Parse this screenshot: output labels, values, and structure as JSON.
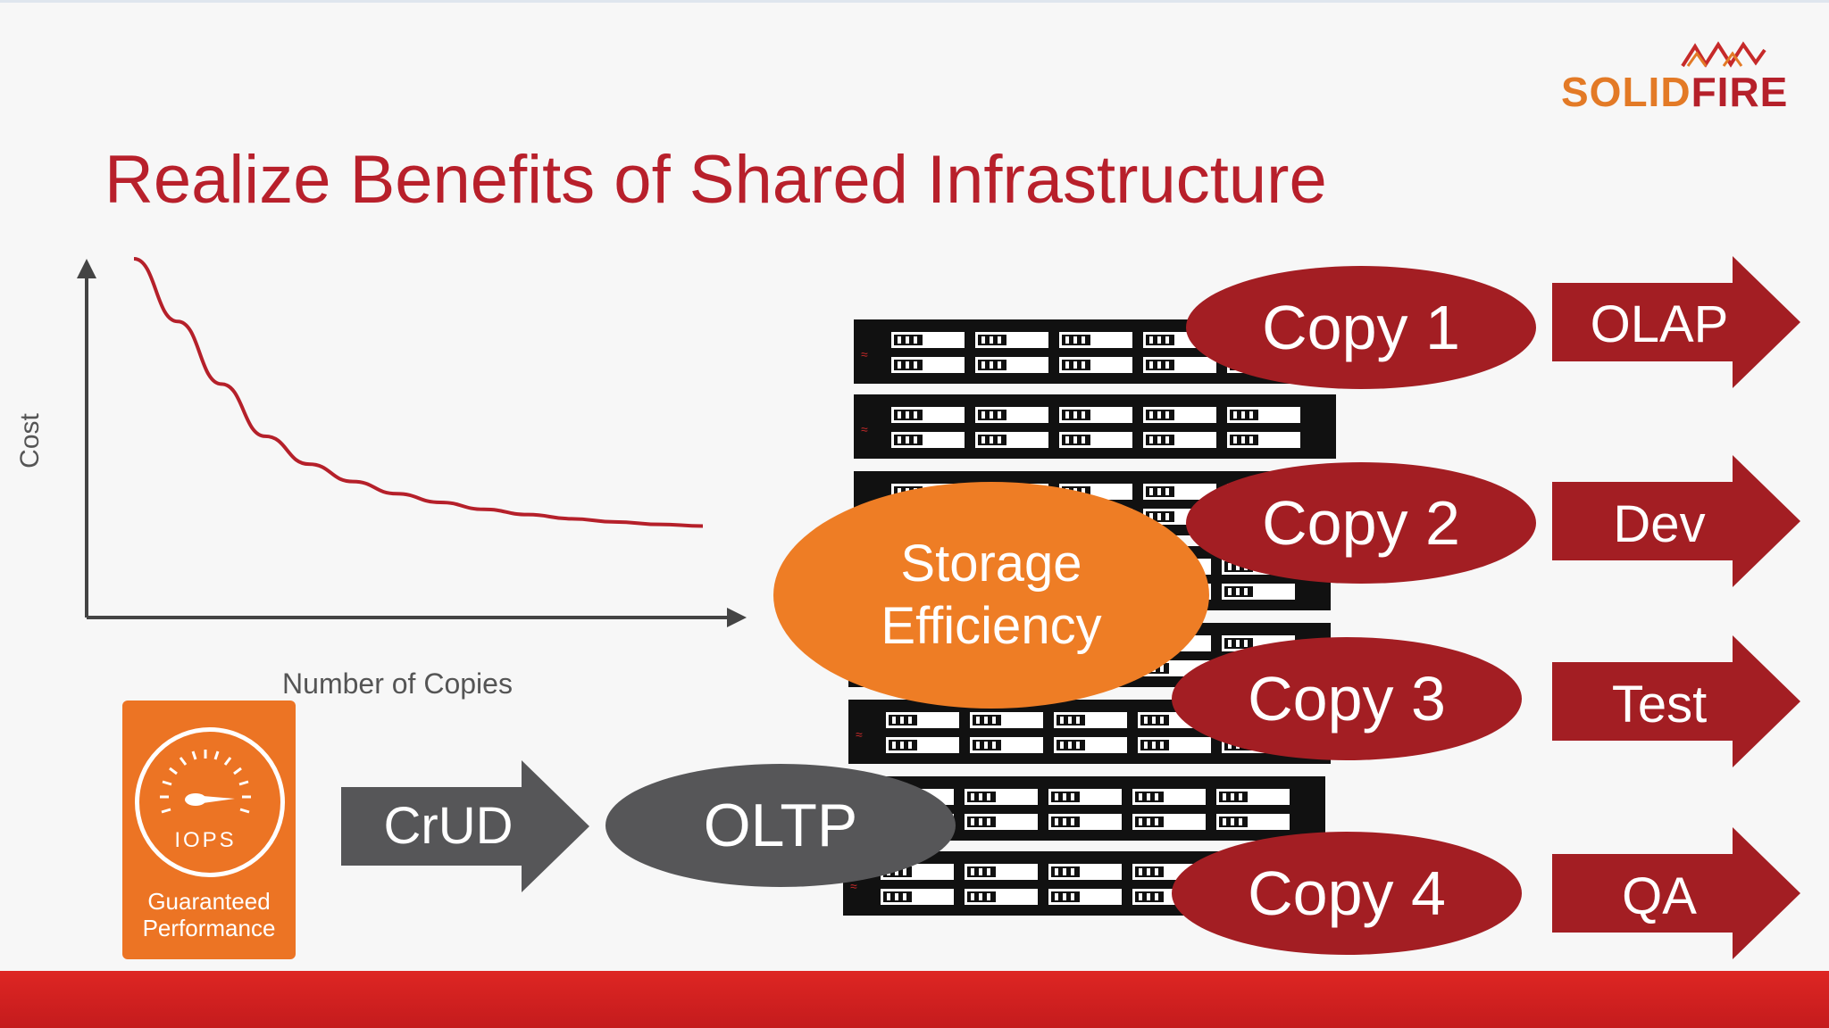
{
  "brand": {
    "name_part1": "SOLID",
    "name_part2": "FIRE"
  },
  "title": "Realize Benefits of Shared Infrastructure",
  "chart_data": {
    "type": "line",
    "xlabel": "Number of Copies",
    "ylabel": "Cost",
    "series": [
      {
        "values": [
          100,
          82,
          64,
          49,
          41,
          36,
          32.5,
          30,
          28,
          26.5,
          25.3,
          24.4,
          23.7,
          23.2
        ]
      }
    ],
    "x": [
      1,
      2,
      3,
      4,
      5,
      6,
      7,
      8,
      9,
      10,
      11,
      12,
      13,
      14
    ],
    "color": "#b5202a"
  },
  "iops_badge": {
    "label": "IOPS",
    "line1": "Guaranteed",
    "line2": "Performance"
  },
  "flow": {
    "crud": "CrUD",
    "oltp": "OLTP",
    "storage_line1": "Storage",
    "storage_line2": "Efficiency"
  },
  "copies": [
    {
      "label": "Copy 1",
      "target": "OLAP"
    },
    {
      "label": "Copy 2",
      "target": "Dev"
    },
    {
      "label": "Copy 3",
      "target": "Test"
    },
    {
      "label": "Copy 4",
      "target": "QA"
    }
  ],
  "colors": {
    "title": "#b8202b",
    "copy_ellipse": "#a31e23",
    "arrow": "#a31e23",
    "oltp": "#565658",
    "storage": "#ee7d25",
    "crud_arrow": "#565658",
    "bottom_bar": "#d32220"
  }
}
